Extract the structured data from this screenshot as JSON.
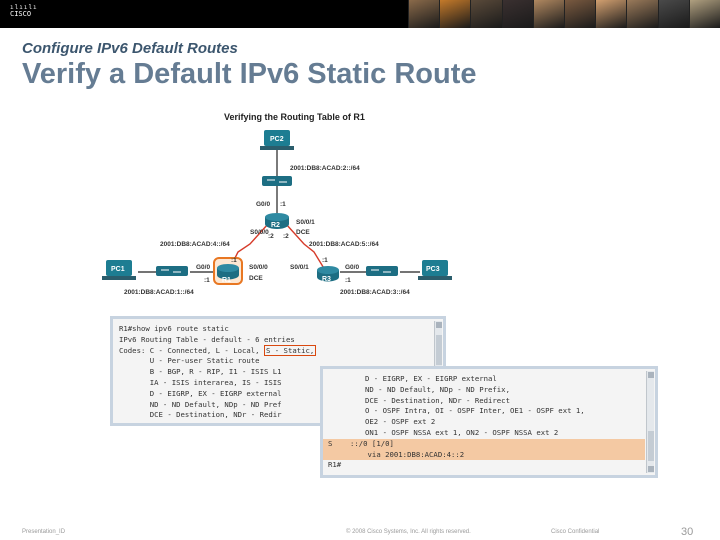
{
  "banner": {
    "logo_bars": "ılıılı",
    "logo_word": "CISCO",
    "photos": [
      "#8a6a4a",
      "#c47a2a",
      "#5a4a3a",
      "#3a3030",
      "#b08860",
      "#7a5a40",
      "#d2a070",
      "#9a7a5a",
      "#4a4a4a",
      "#b0a080"
    ]
  },
  "header": {
    "subtitle": "Configure IPv6 Default Routes",
    "title": "Verify a Default IPv6 Static Route"
  },
  "topology": {
    "title": "Verifying the Routing Table of R1",
    "devices": {
      "pc1": "PC1",
      "pc2": "PC2",
      "pc3": "PC3",
      "r1": "R1",
      "r2": "R2",
      "r3": "R3"
    },
    "networks": {
      "acad2": "2001:DB8:ACAD:2::/64",
      "acad4": "2001:DB8:ACAD:4::/64",
      "acad5": "2001:DB8:ACAD:5::/64",
      "acad1": "2001:DB8:ACAD:1::/64",
      "acad3": "2001:DB8:ACAD:3::/64"
    },
    "interfaces": {
      "r2_g00": "G0/0",
      "r2_g00_host": ":1",
      "r2_s000": "S0/0/0",
      "r2_s000_host": ":2",
      "r2_s001": "S0/0/1",
      "r2_s001_dce": "DCE",
      "r2_s001_host": ":2",
      "r1_g00": "G0/0",
      "r1_g00_host": ":1",
      "r1_s000": "S0/0/0",
      "r1_dce": "DCE",
      "r1_s000_host": ":1",
      "r3_s001": "S0/0/1",
      "r3_s001_host": ":1",
      "r3_g00": "G0/0",
      "r3_g00_host": ":1"
    },
    "colors": {
      "router": "#1d6e83",
      "switch": "#1d6e83",
      "pc": "#1d7d92",
      "link_serial": "#d63b2a",
      "highlight": "#e87722"
    }
  },
  "terminal1": {
    "lines": [
      "R1#show ipv6 route static",
      "IPv6 Routing Table - default - 6 entries",
      "Codes: C - Connected, L - Local, ",
      "       U - Per-user Static route",
      "       B - BGP, R - RIP, I1 - ISIS L1",
      "       IA - ISIS interarea, IS - ISIS",
      "       D - EIGRP, EX - EIGRP external",
      "       ND - ND Default, NDp - ND Pref",
      "       DCE - Destination, NDr - Redir"
    ],
    "code_highlight": "S - Static,"
  },
  "terminal2": {
    "lines": [
      "D - EIGRP, EX - EIGRP external",
      "ND - ND Default, NDp - ND Prefix,",
      "DCE - Destination, NDr - Redirect",
      "O - OSPF Intra, OI - OSPF Inter, OE1 - OSPF ext 1,",
      "OE2 - OSPF ext 2",
      "ON1 - OSPF NSSA ext 1, ON2 - OSPF NSSA ext 2"
    ],
    "route_line1": "S    ::/0 [1/0]",
    "route_line2": "         via 2001:DB8:ACAD:4::2",
    "prompt": "R1#"
  },
  "footer": {
    "left": "Presentation_ID",
    "center": "© 2008 Cisco Systems, Inc. All rights reserved.",
    "right": "Cisco Confidential",
    "page": "30"
  }
}
